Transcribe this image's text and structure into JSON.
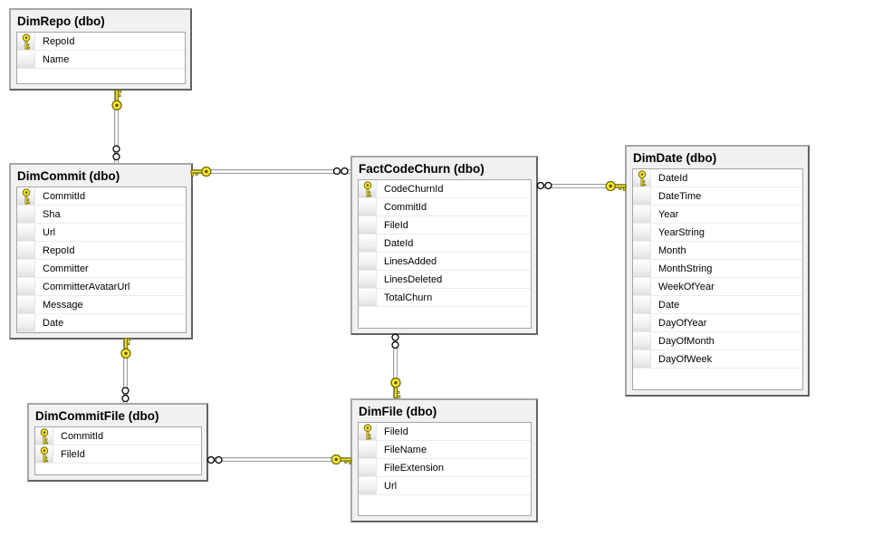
{
  "diagram": {
    "colors": {
      "canvas_bg": "#ffffff",
      "table_bg": "#f1f1f1",
      "grid_bg": "#ffffff",
      "key_fill": "#ffe633",
      "key_outline": "#6d6d00",
      "connector_gray": "#9c9c9c"
    },
    "tables": [
      {
        "id": "dimrepo",
        "title": "DimRepo (dbo)",
        "columns": [
          {
            "name": "RepoId",
            "pk": true
          },
          {
            "name": "Name",
            "pk": false
          }
        ]
      },
      {
        "id": "dimcommit",
        "title": "DimCommit (dbo)",
        "columns": [
          {
            "name": "CommitId",
            "pk": true
          },
          {
            "name": "Sha",
            "pk": false
          },
          {
            "name": "Url",
            "pk": false
          },
          {
            "name": "RepoId",
            "pk": false
          },
          {
            "name": "Committer",
            "pk": false
          },
          {
            "name": "CommitterAvatarUrl",
            "pk": false
          },
          {
            "name": "Message",
            "pk": false
          },
          {
            "name": "Date",
            "pk": false
          }
        ]
      },
      {
        "id": "factcodechurn",
        "title": "FactCodeChurn (dbo)",
        "columns": [
          {
            "name": "CodeChurnId",
            "pk": true
          },
          {
            "name": "CommitId",
            "pk": false
          },
          {
            "name": "FileId",
            "pk": false
          },
          {
            "name": "DateId",
            "pk": false
          },
          {
            "name": "LinesAdded",
            "pk": false
          },
          {
            "name": "LinesDeleted",
            "pk": false
          },
          {
            "name": "TotalChurn",
            "pk": false
          }
        ]
      },
      {
        "id": "dimdate",
        "title": "DimDate (dbo)",
        "columns": [
          {
            "name": "DateId",
            "pk": true
          },
          {
            "name": "DateTime",
            "pk": false
          },
          {
            "name": "Year",
            "pk": false
          },
          {
            "name": "YearString",
            "pk": false
          },
          {
            "name": "Month",
            "pk": false
          },
          {
            "name": "MonthString",
            "pk": false
          },
          {
            "name": "WeekOfYear",
            "pk": false
          },
          {
            "name": "Date",
            "pk": false
          },
          {
            "name": "DayOfYear",
            "pk": false
          },
          {
            "name": "DayOfMonth",
            "pk": false
          },
          {
            "name": "DayOfWeek",
            "pk": false
          }
        ]
      },
      {
        "id": "dimcommitfile",
        "title": "DimCommitFile (dbo)",
        "columns": [
          {
            "name": "CommitId",
            "pk": true
          },
          {
            "name": "FileId",
            "pk": true
          }
        ]
      },
      {
        "id": "dimfile",
        "title": "DimFile (dbo)",
        "columns": [
          {
            "name": "FileId",
            "pk": true
          },
          {
            "name": "FileName",
            "pk": false
          },
          {
            "name": "FileExtension",
            "pk": false
          },
          {
            "name": "Url",
            "pk": false
          }
        ]
      }
    ],
    "relationships": [
      {
        "one": "DimRepo",
        "many": "DimCommit"
      },
      {
        "one": "DimCommit",
        "many": "FactCodeChurn"
      },
      {
        "one": "DimDate",
        "many": "FactCodeChurn"
      },
      {
        "one": "DimFile",
        "many": "FactCodeChurn"
      },
      {
        "one": "DimCommit",
        "many": "DimCommitFile"
      },
      {
        "one": "DimFile",
        "many": "DimCommitFile"
      }
    ]
  }
}
